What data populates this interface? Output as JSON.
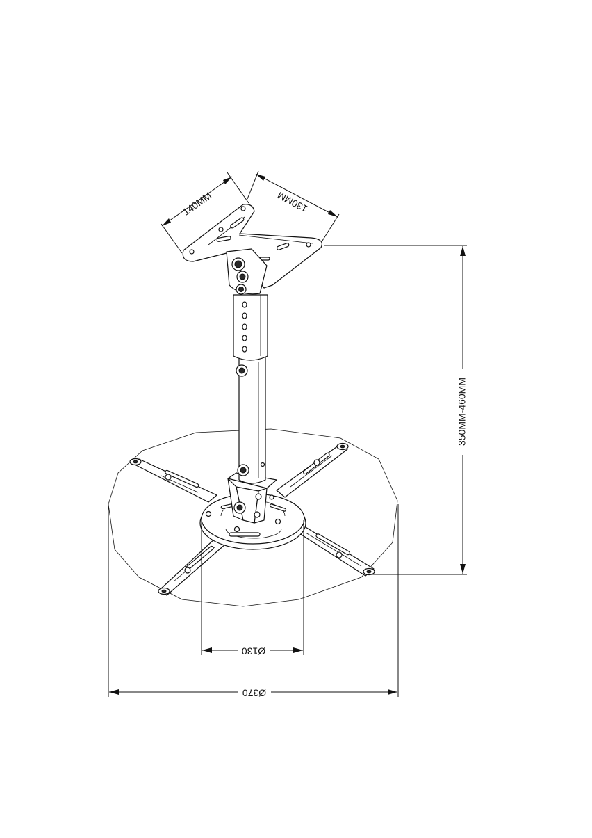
{
  "dimensions": {
    "plate_width": "140MM",
    "plate_depth": "130MM",
    "height_range": "350MM-460MM",
    "hub_diameter": "Ø130",
    "arm_span_diameter": "Ø370"
  }
}
